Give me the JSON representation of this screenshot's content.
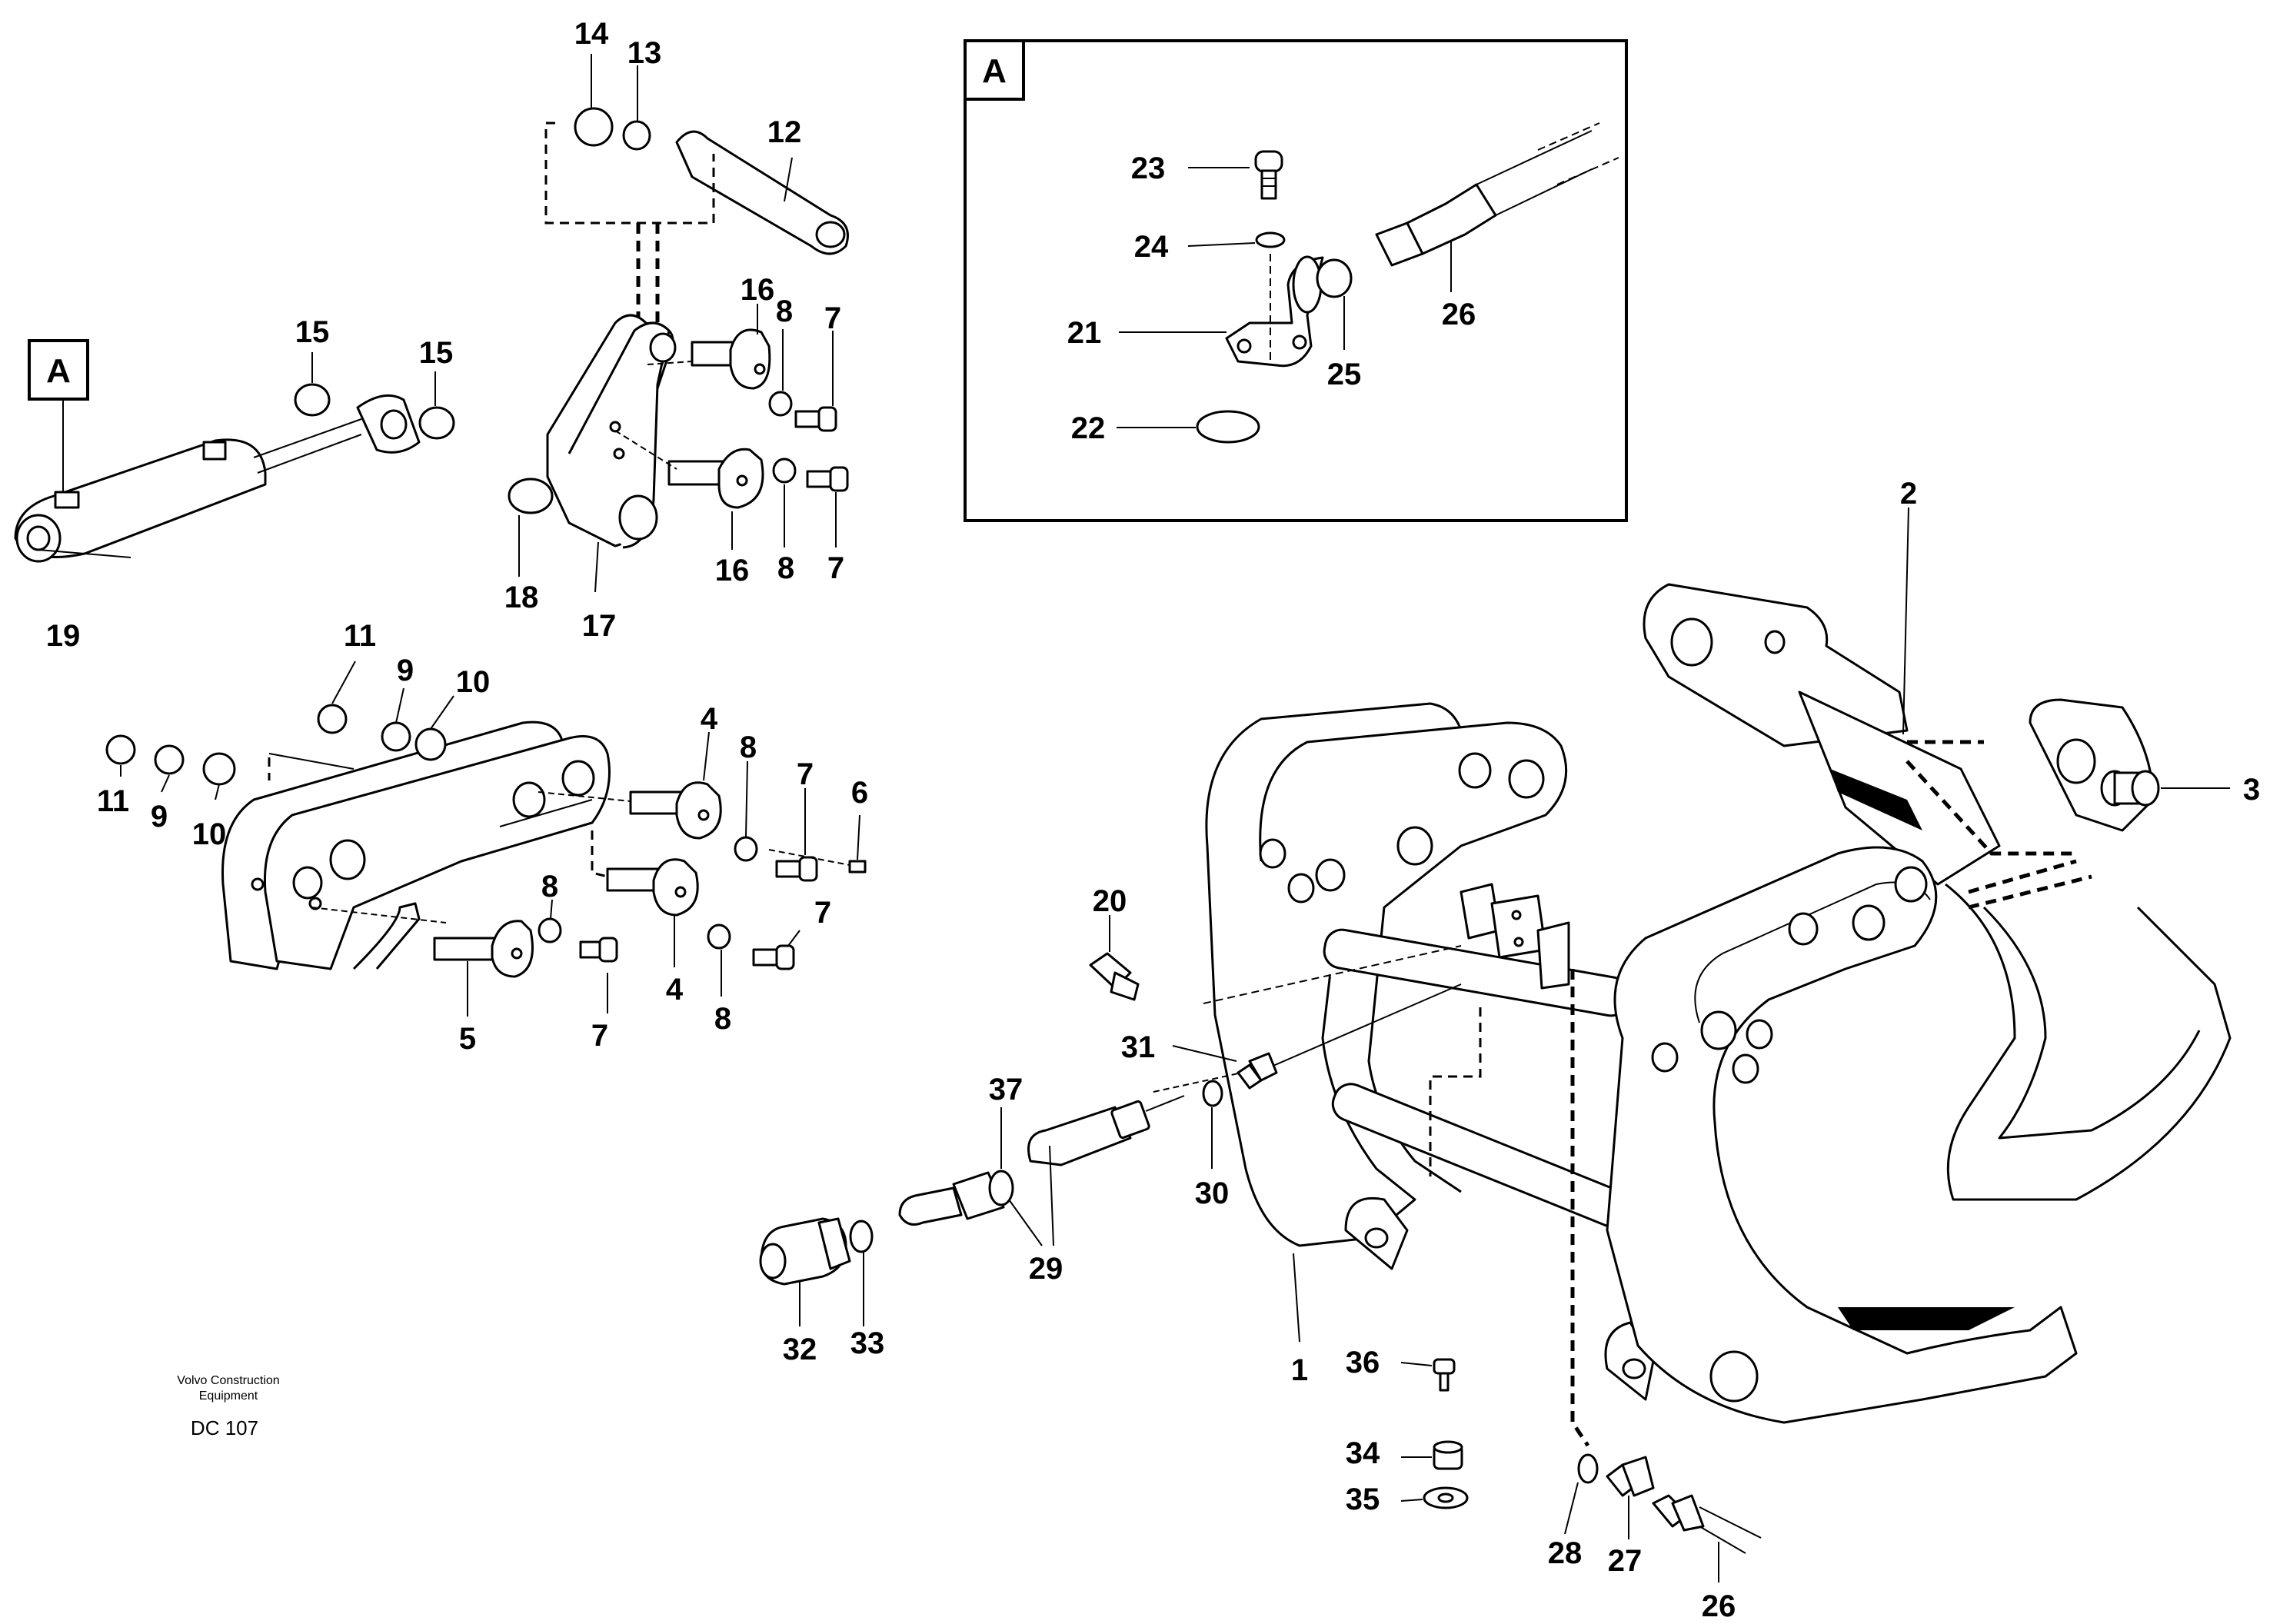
{
  "detail_box": {
    "label": "A"
  },
  "cylinder_tag": "A",
  "caption": {
    "line1": "Volvo Construction",
    "line2": "Equipment",
    "code": "DC 107"
  },
  "labels": {
    "l1": "1",
    "l2": "2",
    "l3": "3",
    "l4a": "4",
    "l4b": "4",
    "l5": "5",
    "l6": "6",
    "l7a": "7",
    "l7b": "7",
    "l7c": "7",
    "l7d": "7",
    "l7e": "7",
    "l8a": "8",
    "l8b": "8",
    "l8c": "8",
    "l8d": "8",
    "l8e": "8",
    "l9a": "9",
    "l9b": "9",
    "l10a": "10",
    "l10b": "10",
    "l11a": "11",
    "l11b": "11",
    "l12": "12",
    "l13": "13",
    "l14": "14",
    "l15a": "15",
    "l15b": "15",
    "l16a": "16",
    "l16b": "16",
    "l17": "17",
    "l18": "18",
    "l19": "19",
    "l20": "20",
    "l21": "21",
    "l22": "22",
    "l23": "23",
    "l24": "24",
    "l25": "25",
    "l26a": "26",
    "l26b": "26",
    "l27": "27",
    "l28": "28",
    "l29": "29",
    "l30": "30",
    "l31": "31",
    "l32": "32",
    "l33": "33",
    "l34": "34",
    "l35": "35",
    "l36": "36",
    "l37": "37"
  }
}
